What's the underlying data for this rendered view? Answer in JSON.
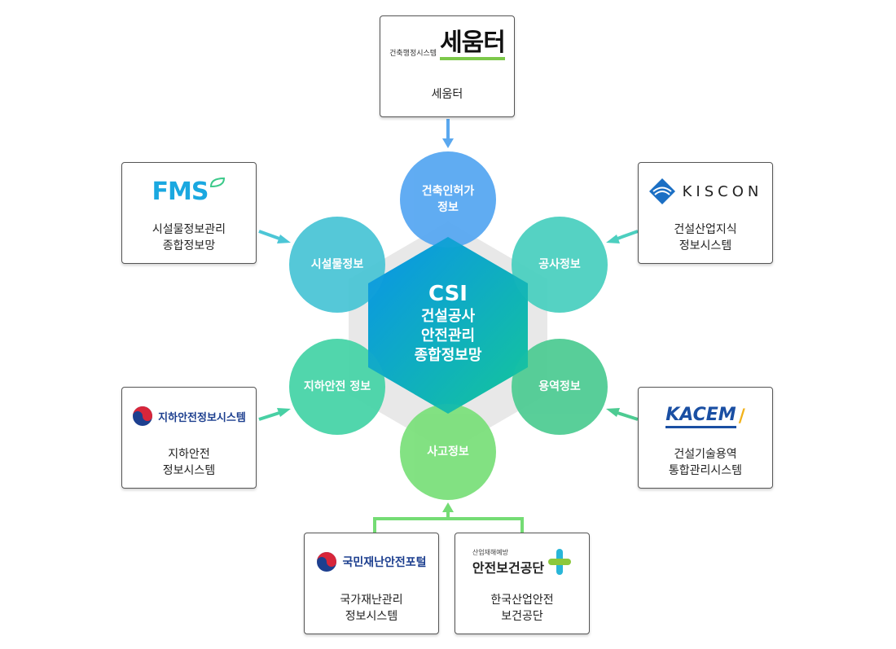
{
  "center": {
    "acronym": "CSI",
    "title": "건설공사\n안전관리\n종합정보망"
  },
  "hub_nodes": [
    {
      "id": "permit",
      "label": "건축인허가\n정보",
      "color": "#58a8f2"
    },
    {
      "id": "construction",
      "label": "공사정보",
      "color": "#4cd0c0"
    },
    {
      "id": "service",
      "label": "용역정보",
      "color": "#50cc94"
    },
    {
      "id": "accident",
      "label": "사고정보",
      "color": "#7ce07c"
    },
    {
      "id": "underground",
      "label": "지하안전 정보",
      "color": "#48d4a8"
    },
    {
      "id": "facility",
      "label": "시설물정보",
      "color": "#4cc6d6"
    }
  ],
  "systems": [
    {
      "id": "seumteo",
      "label": "세움터",
      "logo_text": "세움터",
      "logo_sub": "건축행정시스템"
    },
    {
      "id": "kiscon",
      "label": "건설산업지식\n정보시스템",
      "logo_text": "KISCON"
    },
    {
      "id": "kacem",
      "label": "건설기술용역\n통합관리시스템",
      "logo_text": "KACEM"
    },
    {
      "id": "kosha",
      "label": "한국산업안전\n보건공단",
      "logo_text": "안전보건공단",
      "logo_sub": "산업재해예방"
    },
    {
      "id": "safekorea",
      "label": "국가재난관리\n정보시스템",
      "logo_text": "국민재난안전포털"
    },
    {
      "id": "jis",
      "label": "지하안전\n정보시스템",
      "logo_text": "지하안전정보시스템"
    },
    {
      "id": "fms",
      "label": "시설물정보관리\n종합정보망",
      "logo_text": "FMS"
    }
  ],
  "colors": {
    "hex_gray": "#e6e6e6",
    "hex_blue": "#0aa0e6",
    "hex_green": "#12c29a"
  }
}
